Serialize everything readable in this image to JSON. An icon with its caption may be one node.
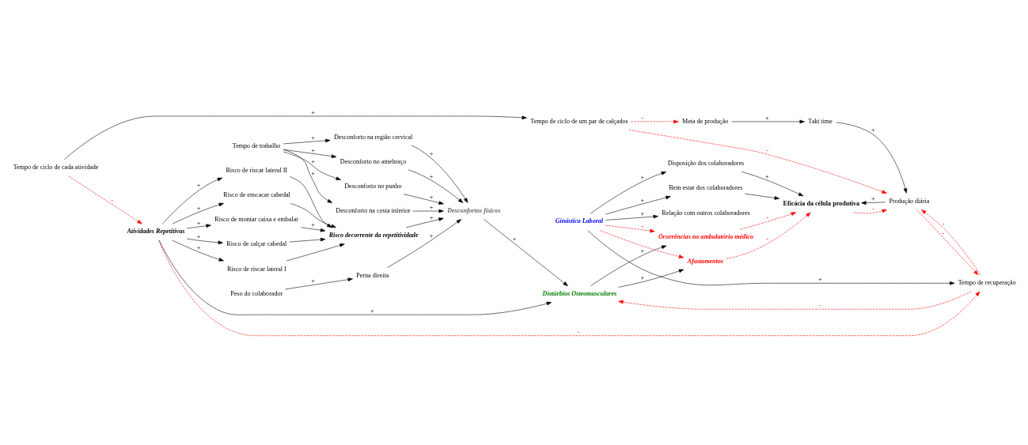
{
  "diagram": {
    "nodes": [
      {
        "text": [
          "Risco de calçar cabedal"
        ]
      },
      {
        "text": [
          "Risco de riscar lateral I"
        ]
      },
      {
        "text": [
          "Tempo de ciclo de um par de calçados"
        ]
      },
      {
        "text": [
          "Tempo de ciclo de cada atividade"
        ]
      },
      {
        "text": [
          "Meta de produção"
        ]
      },
      {
        "text": [
          "Risco de riscar lateral II"
        ]
      },
      {
        "text": [
          "Produção diária"
        ]
      },
      {
        "text": [
          "Takt time"
        ]
      },
      {
        "text": [
          "Risco de enscacar cabedal"
        ]
      },
      {
        "text": [
          "Atividades Repetitivas"
        ]
      },
      {
        "text": [
          "Tempo de recuperação"
        ]
      },
      {
        "text": [
          "Eficácia da célula produtiva"
        ]
      },
      {
        "text": [
          "Disposição dos colaboradores"
        ]
      },
      {
        "text": [
          "Risco de montar caixa e embalar"
        ]
      },
      {
        "text": [
          "Bem estar dos colaboradores"
        ]
      },
      {
        "text": [
          "Risco decorrente da repetitividade"
        ]
      },
      {
        "text": [
          "Desconfortos físicos"
        ]
      },
      {
        "text": [
          "Distúrbios Osteomusculares"
        ]
      },
      {
        "text": [
          "Ginástica Laboral"
        ]
      },
      {
        "text": [
          "Perna direita"
        ]
      },
      {
        "text": [
          "Afastamentos"
        ]
      },
      {
        "text": [
          "Relação com outros colaboradores"
        ]
      },
      {
        "text": [
          "Desconforto na costa inferior"
        ]
      },
      {
        "text": [
          "Desconforto na região cervical"
        ]
      },
      {
        "text": [
          "Ocorrências no ambulatório médico"
        ]
      },
      {
        "text": [
          "Desconforto no antebraço"
        ]
      },
      {
        "text": [
          "Desconforto no punho"
        ]
      },
      {
        "text": [
          "Peso do colaborador"
        ]
      },
      {
        "text": [
          "Tempo de trabalho"
        ]
      }
    ],
    "edges": [
      {
        "from": 9,
        "to": 0,
        "arrow": "to",
        "label": "+"
      },
      {
        "from": 9,
        "to": 1,
        "arrow": "to",
        "label": "+"
      },
      {
        "from": 9,
        "to": 5,
        "arrow": "to",
        "label": "+"
      },
      {
        "from": 9,
        "to": 8,
        "arrow": "to",
        "label": "+"
      },
      {
        "from": 9,
        "to": 13,
        "arrow": "to",
        "label": "+"
      },
      {
        "from": 0,
        "to": 15,
        "arrow": "to"
      },
      {
        "from": 1,
        "to": 15,
        "arrow": "to"
      },
      {
        "from": 5,
        "to": 15,
        "arrow": "to"
      },
      {
        "from": 8,
        "to": 15,
        "arrow": "to"
      },
      {
        "from": 13,
        "to": 15,
        "arrow": "to",
        "label": "+"
      },
      {
        "from": 3,
        "to": 2,
        "arrow": "to",
        "label": "+"
      },
      {
        "from": 3,
        "to": 9,
        "arrow": "to",
        "label": "-",
        "style": "dashed",
        "color": "#ff0000"
      },
      {
        "from": 2,
        "to": 6,
        "arrow": "to",
        "label": "-",
        "style": "dashed",
        "color": "#ff0000"
      },
      {
        "from": 2,
        "to": 4,
        "arrow": "to",
        "label": "-",
        "style": "dashed",
        "color": "#ff0000"
      },
      {
        "from": 4,
        "to": 7,
        "arrow": "to",
        "label": "+"
      },
      {
        "from": 7,
        "to": 6,
        "arrow": "to",
        "label": "+"
      },
      {
        "from": 9,
        "to": 10,
        "arrow": "to",
        "label": "-",
        "style": "dashed",
        "color": "#ff0000"
      },
      {
        "from": 6,
        "to": 10,
        "arrow": "to",
        "label": "-",
        "style": "dashed",
        "color": "#ff0000"
      },
      {
        "from": 10,
        "to": 6,
        "arrow": "to",
        "label": "-",
        "style": "dashed",
        "color": "#ff0000"
      },
      {
        "from": 11,
        "to": 6,
        "arrow": "to",
        "label": "-",
        "style": "dashed",
        "color": "#ff0000"
      },
      {
        "from": 6,
        "to": 11,
        "arrow": "to",
        "label": "+"
      },
      {
        "from": 12,
        "to": 11,
        "arrow": "to",
        "label": "+"
      },
      {
        "from": 14,
        "to": 11,
        "arrow": "to"
      },
      {
        "from": 10,
        "to": 17,
        "arrow": "to",
        "label": "-",
        "style": "dashed",
        "color": "#ff0000"
      },
      {
        "from": 18,
        "to": 10,
        "arrow": "to",
        "label": "+"
      },
      {
        "from": 18,
        "to": 12,
        "arrow": "to",
        "label": "+"
      },
      {
        "from": 18,
        "to": 14,
        "arrow": "to",
        "label": "+"
      },
      {
        "from": 18,
        "to": 21,
        "arrow": "to",
        "label": "+"
      },
      {
        "from": 18,
        "to": 20,
        "arrow": "to",
        "style": "dashed",
        "color": "#ff0000"
      },
      {
        "from": 18,
        "to": 24,
        "arrow": "to",
        "label": "-",
        "style": "dashed",
        "color": "#ff0000"
      },
      {
        "from": 20,
        "to": 11,
        "arrow": "to",
        "label": "-",
        "style": "dashed",
        "color": "#ff0000"
      },
      {
        "from": 24,
        "to": 11,
        "arrow": "to",
        "label": "-",
        "style": "dashed",
        "color": "#ff0000"
      },
      {
        "from": 17,
        "to": 20,
        "arrow": "to",
        "label": "+"
      },
      {
        "from": 17,
        "to": 24,
        "arrow": "to",
        "label": "+"
      },
      {
        "from": 9,
        "to": 17,
        "arrow": "to",
        "label": "+"
      },
      {
        "from": 16,
        "to": 17,
        "arrow": "to",
        "label": "+"
      },
      {
        "from": 15,
        "to": 16,
        "arrow": "to",
        "label": "+"
      },
      {
        "from": 19,
        "to": 16,
        "arrow": "to",
        "label": "+"
      },
      {
        "from": 23,
        "to": 16,
        "arrow": "to",
        "label": "+"
      },
      {
        "from": 22,
        "to": 16,
        "arrow": "to",
        "label": "+"
      },
      {
        "from": 25,
        "to": 16,
        "arrow": "to",
        "label": "+"
      },
      {
        "from": 26,
        "to": 16,
        "arrow": "to",
        "label": "+"
      },
      {
        "from": 27,
        "to": 19,
        "arrow": "to",
        "label": "+"
      },
      {
        "from": 28,
        "to": 23,
        "arrow": "to",
        "label": "+"
      },
      {
        "from": 28,
        "to": 22,
        "arrow": "to",
        "label": "+"
      },
      {
        "from": 28,
        "to": 25,
        "arrow": "to",
        "label": "+"
      },
      {
        "from": 28,
        "to": 26,
        "arrow": "to",
        "label": "+"
      }
    ]
  }
}
